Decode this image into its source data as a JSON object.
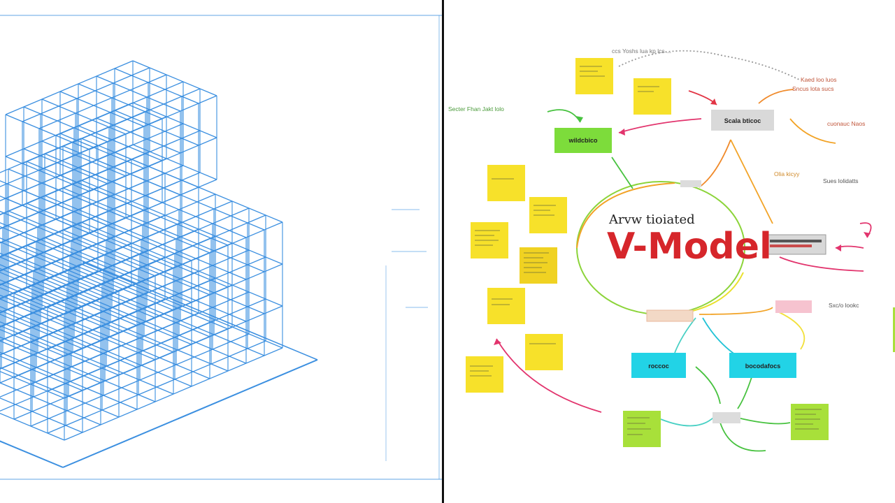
{
  "colors": {
    "blueprint": "#3b8fe0",
    "title_red": "#d6262b",
    "note_yellow": "#f7e12a",
    "box_green": "#7ddc3b",
    "box_cyan": "#22d3e6",
    "box_grey": "#d9d9d9",
    "box_pink": "#f6c3cf"
  },
  "diagram": {
    "title": "V-Model",
    "subtitle": "Arvw tioiated",
    "top_scribble": "ccs Yoshs lua kp lcs ...",
    "left_label": "Secter Fhan Jakt lolo",
    "right_top_label_1": "Kaed loo luos",
    "right_top_label_2": "Sncus lota sucs",
    "right_label_3": "cuonauc Naos",
    "right_label_4": "Olia kicyy",
    "right_label_5": "Sues lolidatts",
    "right_label_6": "Sxc/o lookc",
    "box_green_top": "wildcbico",
    "box_grey_top": "Scala bticoc",
    "box_cyan_left": "roccoc",
    "box_cyan_right": "bocodafocs"
  }
}
